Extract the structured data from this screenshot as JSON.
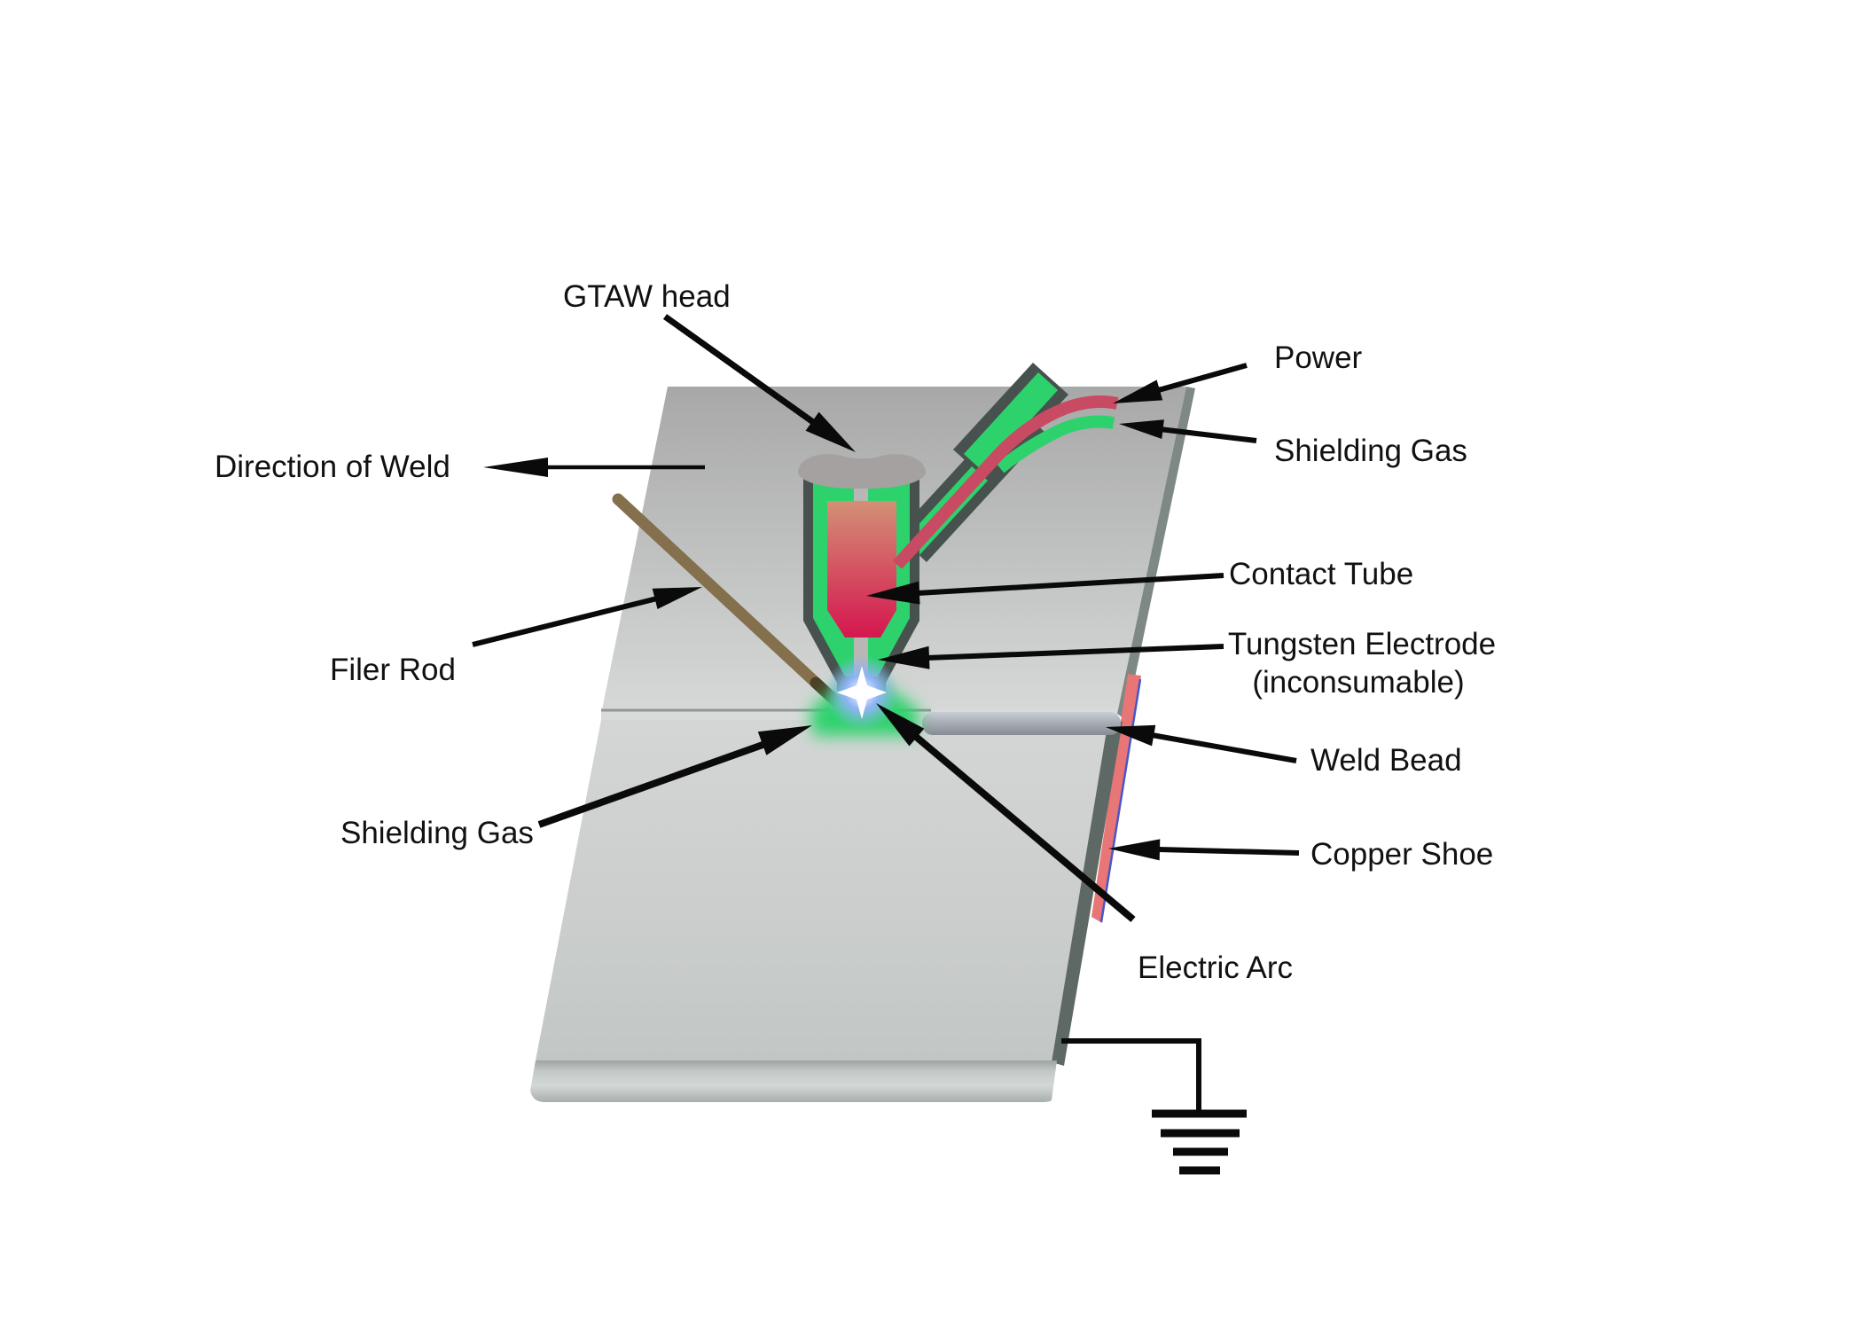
{
  "labels": {
    "gtaw_head": "GTAW head",
    "power": "Power",
    "shielding_gas_top": "Shielding Gas",
    "direction_of_weld": "Direction of Weld",
    "contact_tube": "Contact Tube",
    "tungsten_electrode_line1": "Tungsten Electrode",
    "tungsten_electrode_line2": "(inconsumable)",
    "filler_rod": "Filer Rod",
    "weld_bead": "Weld Bead",
    "shielding_gas_lower": "Shielding Gas",
    "copper_shoe": "Copper Shoe",
    "electric_arc": "Electric Arc"
  },
  "colors": {
    "arrow": "#0a0a0a",
    "label_text": "#111111",
    "green": "#2ed26d",
    "dark_outline": "#47524e",
    "red_cable": "#c84a63",
    "contact_tube_top": "#d39076",
    "contact_tube_bottom": "#d5164f",
    "copper_shoe": "#e87676",
    "copper_shoe_edge": "#4a55c8",
    "cap_gray": "#a5a1a1",
    "electrode_gray": "#b9b6b6",
    "rod_brown": "#84704d",
    "rod_tip": "#4c4027",
    "arc_glow": "#8fb4f4",
    "weld_gap": "#d8dbda",
    "plate_edge_top": "#7e8885",
    "plate_edge_bottom": "#5e6965"
  }
}
